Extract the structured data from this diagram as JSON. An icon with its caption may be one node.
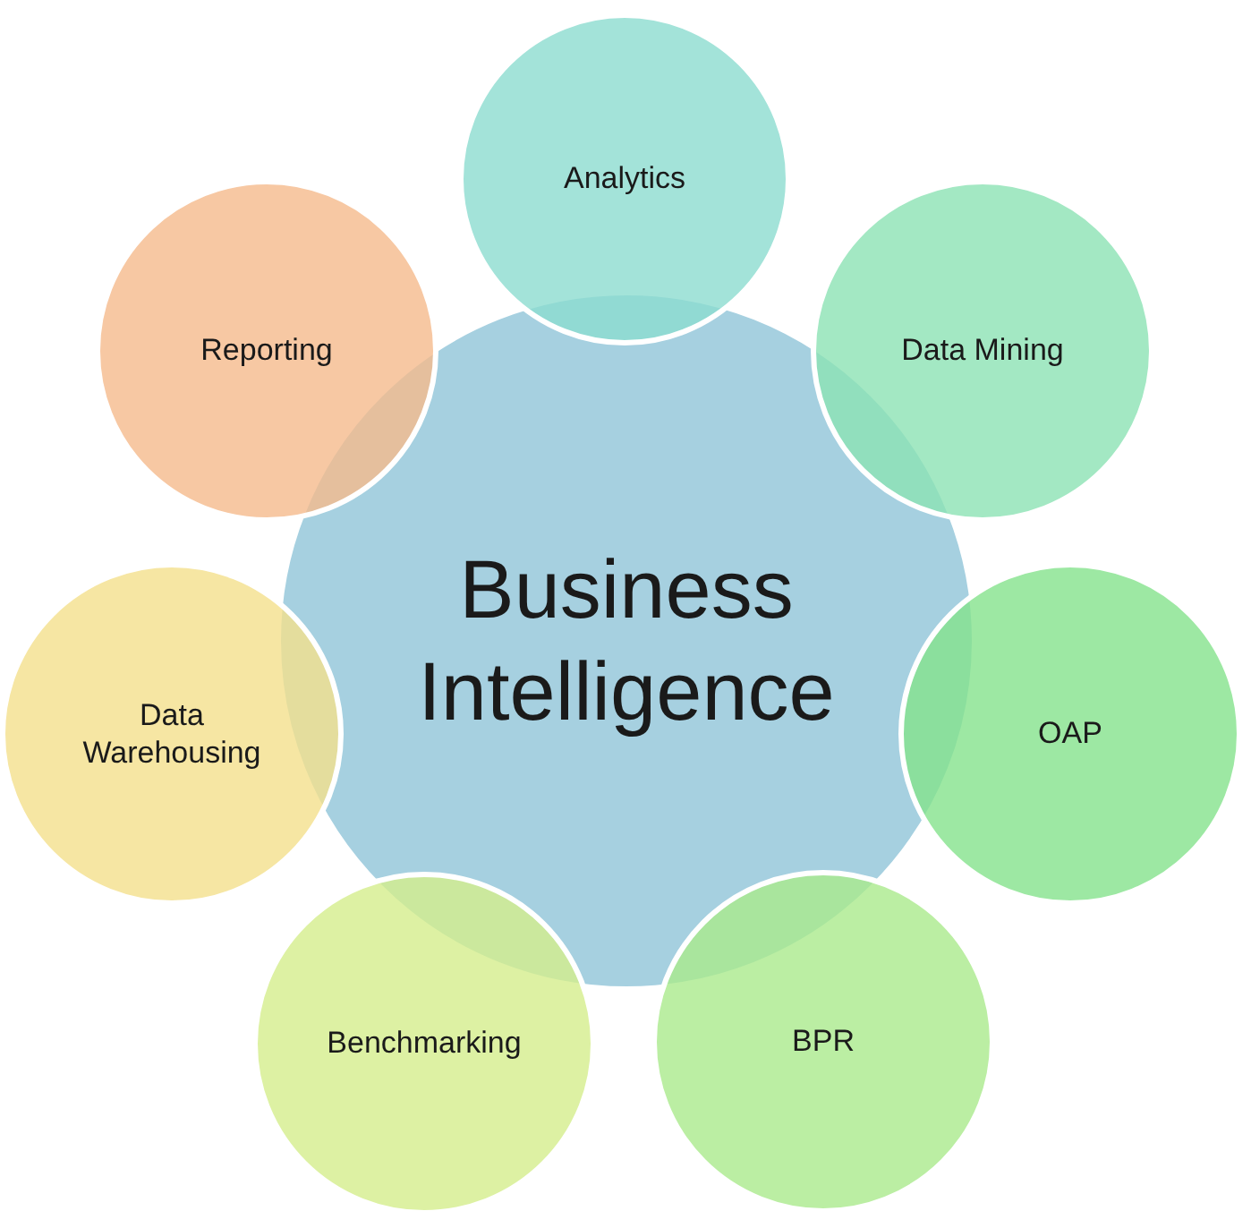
{
  "diagram": {
    "nodes": [
      {
        "text": [
          "Business Intelligence"
        ]
      },
      {
        "text": [
          "Analytics"
        ]
      },
      {
        "text": [
          "Data Mining"
        ]
      },
      {
        "text": [
          "OAP"
        ]
      },
      {
        "text": [
          "BPR"
        ]
      },
      {
        "text": [
          "Benchmarking"
        ]
      },
      {
        "text": [
          "Data Warehousing"
        ]
      },
      {
        "text": [
          "Reporting"
        ]
      }
    ]
  }
}
